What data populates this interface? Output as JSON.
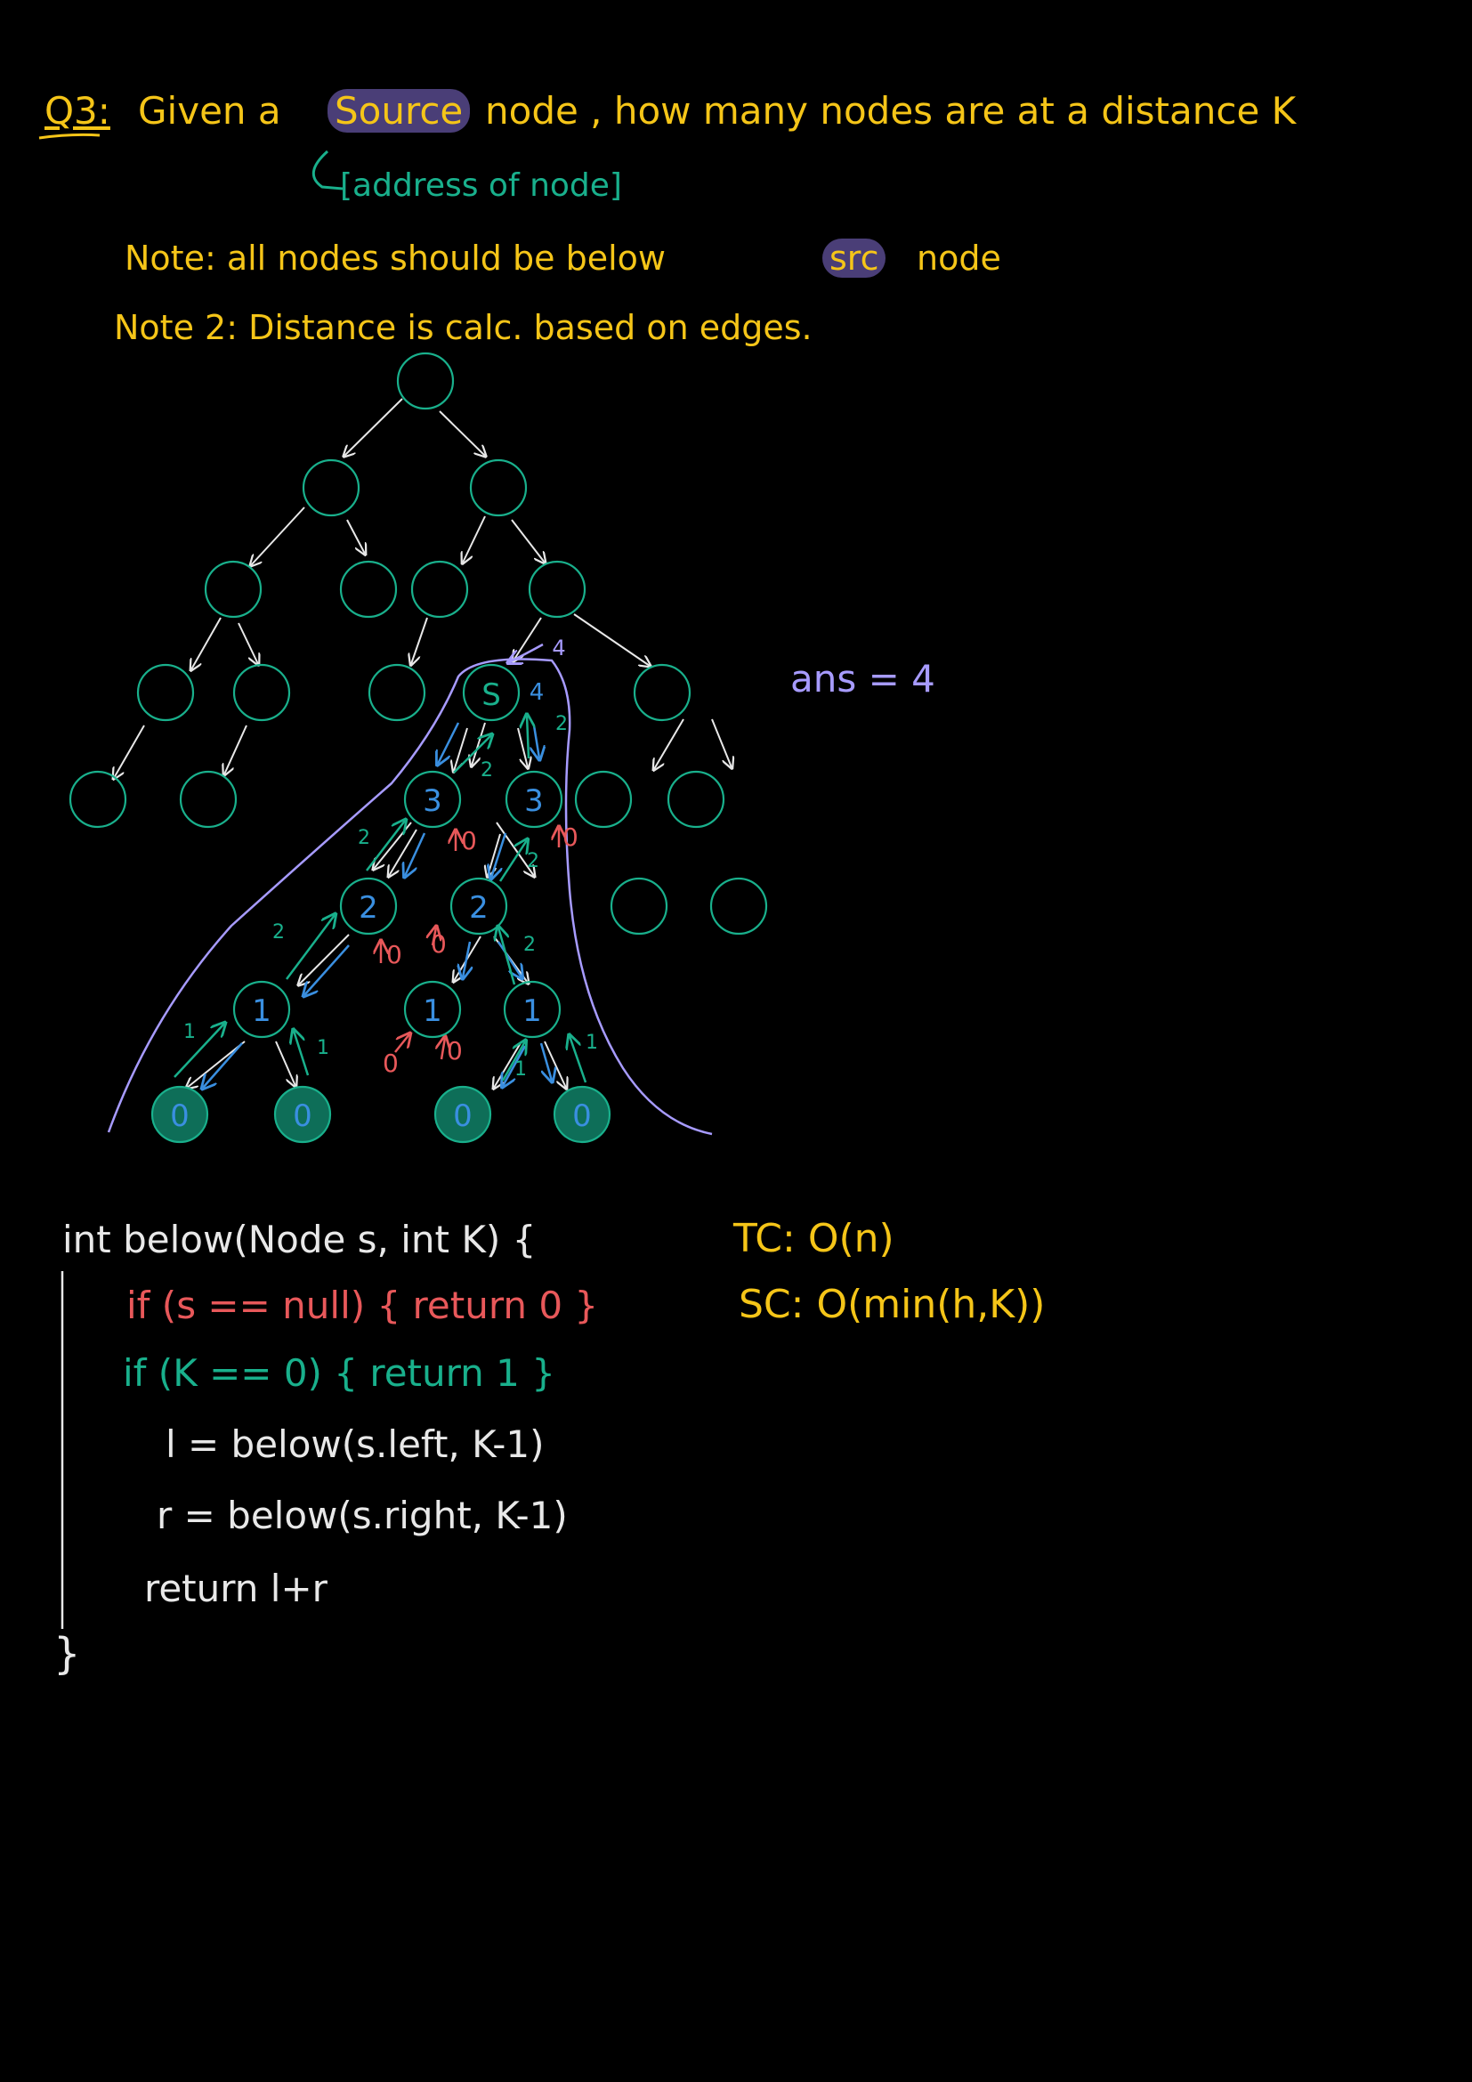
{
  "colors": {
    "background": "#000000",
    "yellow": "#f5c518",
    "teal": "#19b08c",
    "white": "#e8e8e8",
    "red": "#e8585a",
    "blue": "#3a8fe0",
    "lavender": "#a79bff",
    "highlight": "#4a3e77"
  },
  "question": {
    "label": "Q3:",
    "prefix": "Given a",
    "highlight": "Source",
    "suffix": "node , how many nodes are at a distance K",
    "annotation": "[address of node]"
  },
  "notes": {
    "note1_prefix": "Note: all nodes should be below",
    "note1_highlight": "src",
    "note1_suffix": "node",
    "note2": "Note 2: Distance is calc. based on edges."
  },
  "answer": "ans = 4",
  "tree_labels": {
    "source": "S",
    "source_value": "4",
    "source_arrow_value": "4",
    "level1": [
      "3",
      "3"
    ],
    "level2": [
      "2",
      "2"
    ],
    "level3": [
      "1",
      "1",
      "1"
    ],
    "leaves": [
      "0",
      "0",
      "0",
      "0"
    ],
    "edge_values": [
      "2",
      "2",
      "2",
      "2",
      "2",
      "2",
      "1",
      "1",
      "1",
      "1"
    ],
    "zero_marks": [
      "0",
      "0",
      "0",
      "0",
      "0",
      "0"
    ]
  },
  "code": {
    "signature": "int below(Node s, int K) {",
    "line1": "if (s == null) { return 0 }",
    "line2": "if (K == 0) { return 1 }",
    "line3": "l = below(s.left, K-1)",
    "line4": "r = below(s.right, K-1)",
    "line5": "return l+r",
    "close": "}"
  },
  "complexity": {
    "tc": "TC: O(n)",
    "sc": "SC: O(min(h,K))"
  }
}
